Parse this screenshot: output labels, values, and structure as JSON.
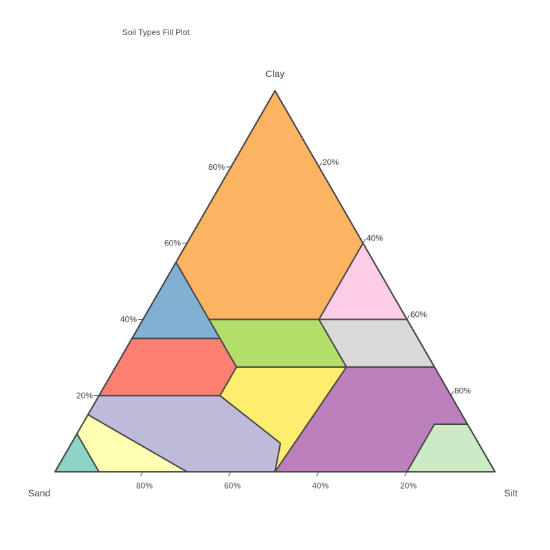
{
  "chart_data": {
    "type": "ternary",
    "title": "Soil Types Fill Plot",
    "axes": {
      "a": {
        "title": "Clay",
        "ticks": [
          "20%",
          "40%",
          "60%",
          "80%"
        ]
      },
      "b": {
        "title": "Sand",
        "ticks": [
          "20%",
          "40%",
          "60%",
          "80%"
        ]
      },
      "c": {
        "title": "Silt",
        "ticks": [
          "20%",
          "40%",
          "60%",
          "80%"
        ]
      }
    },
    "regions": [
      {
        "color": "#8dd3c7",
        "points": [
          [
            0,
            100,
            0
          ],
          [
            10,
            90,
            0
          ],
          [
            0,
            90,
            10
          ]
        ]
      },
      {
        "color": "#ffffb3",
        "points": [
          [
            10,
            90,
            0
          ],
          [
            15,
            85,
            0
          ],
          [
            0,
            70,
            30
          ],
          [
            0,
            90,
            10
          ]
        ]
      },
      {
        "color": "#bebada",
        "points": [
          [
            15,
            85,
            0
          ],
          [
            20,
            80,
            0
          ],
          [
            20,
            52.5,
            27.5
          ],
          [
            7.5,
            45,
            47.5
          ],
          [
            0,
            50,
            50
          ],
          [
            0,
            70,
            30
          ]
        ]
      },
      {
        "color": "#fb8072",
        "points": [
          [
            20,
            80,
            0
          ],
          [
            35,
            65,
            0
          ],
          [
            35,
            45,
            20
          ],
          [
            27.5,
            45,
            27.5
          ],
          [
            20,
            52.5,
            27.5
          ]
        ]
      },
      {
        "color": "#80b1d3",
        "points": [
          [
            35,
            65,
            0
          ],
          [
            55,
            45,
            0
          ],
          [
            40,
            45,
            15
          ],
          [
            35,
            45,
            20
          ]
        ]
      },
      {
        "color": "#fdb462",
        "points": [
          [
            55,
            45,
            0
          ],
          [
            100,
            0,
            0
          ],
          [
            60,
            0,
            40
          ],
          [
            40,
            20,
            40
          ],
          [
            40,
            45,
            15
          ]
        ]
      },
      {
        "color": "#b3de69",
        "points": [
          [
            40,
            45,
            15
          ],
          [
            40,
            20,
            40
          ],
          [
            27.5,
            20,
            52.5
          ],
          [
            27.5,
            45,
            27.5
          ],
          [
            35,
            45,
            20
          ]
        ]
      },
      {
        "color": "#ffed6f",
        "points": [
          [
            27.5,
            45,
            27.5
          ],
          [
            27.5,
            20,
            52.5
          ],
          [
            0,
            50,
            50
          ],
          [
            7.5,
            45,
            47.5
          ],
          [
            20,
            52.5,
            27.5
          ]
        ]
      },
      {
        "color": "#fccde5",
        "points": [
          [
            60,
            0,
            40
          ],
          [
            40,
            0,
            60
          ],
          [
            40,
            20,
            40
          ]
        ]
      },
      {
        "color": "#d9d9d9",
        "points": [
          [
            40,
            0,
            60
          ],
          [
            27.5,
            0,
            72.5
          ],
          [
            27.5,
            20,
            52.5
          ],
          [
            40,
            20,
            40
          ]
        ]
      },
      {
        "color": "#bc80bd",
        "points": [
          [
            27.5,
            20,
            52.5
          ],
          [
            27.5,
            0,
            72.5
          ],
          [
            12.5,
            0,
            87.5
          ],
          [
            12.5,
            7.5,
            80
          ],
          [
            0,
            20,
            80
          ],
          [
            0,
            50,
            50
          ]
        ]
      },
      {
        "color": "#ccebc5",
        "points": [
          [
            12.5,
            0,
            87.5
          ],
          [
            12.5,
            7.5,
            80
          ],
          [
            0,
            20,
            80
          ],
          [
            0,
            0,
            100
          ]
        ]
      }
    ]
  }
}
